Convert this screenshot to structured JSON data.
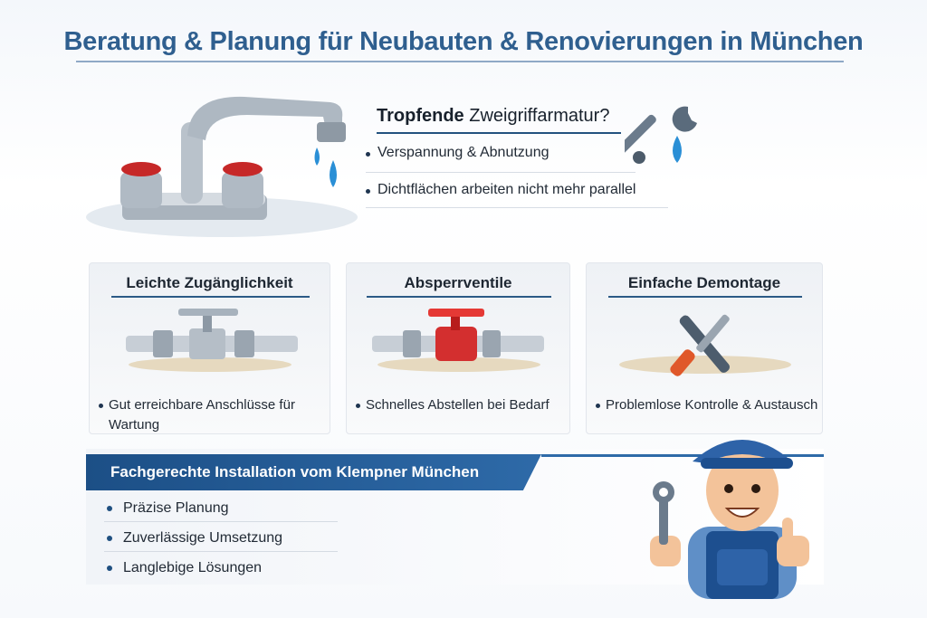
{
  "header": {
    "title": "Beratung & Planung für Neubauten & Renovierungen in München"
  },
  "problem": {
    "title_bold": "Tropfende",
    "title_rest": " Zweigriffarmatur?",
    "bullets": [
      "Verspannung & Abnutzung",
      "Dichtflächen arbeiten nicht mehr parallel"
    ]
  },
  "cards": [
    {
      "title": "Leichte Zugänglichkeit",
      "bullet": "Gut erreichbare Anschlüsse für Wartung",
      "icon": "valve-icon"
    },
    {
      "title": "Absperrventile",
      "bullet": "Schnelles Abstellen bei Bedarf",
      "icon": "shutoff-valve-icon"
    },
    {
      "title": "Einfache Demontage",
      "bullet": "Problemlose Kontrolle & Austausch",
      "icon": "tools-icon"
    }
  ],
  "service": {
    "banner": "Fachgerechte Installation vom Klempner München",
    "bullets": [
      "Präzise Planung",
      "Zuverlässige Umsetzung",
      "Langlebige Lösungen"
    ]
  },
  "colors": {
    "brand": "#2f5f8f",
    "banner": "#1c4f86",
    "valve_red": "#d32f2f",
    "water": "#2a8fd6"
  }
}
